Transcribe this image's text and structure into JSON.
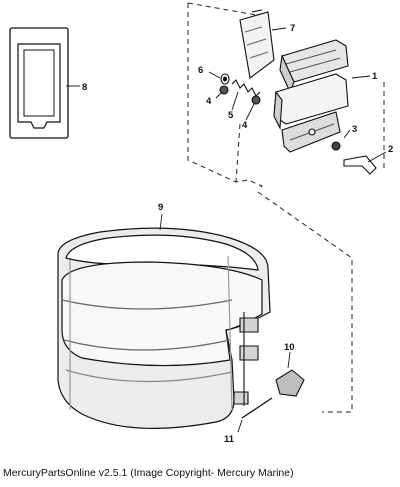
{
  "diagram": {
    "callouts": {
      "p1": "1",
      "p2": "2",
      "p3": "3",
      "p4a": "4",
      "p4b": "4",
      "p5": "5",
      "p6": "6",
      "p7": "7",
      "p8": "8",
      "p9": "9",
      "p10": "10",
      "p11": "11"
    }
  },
  "footer": {
    "caption": "MercuryPartsOnline v2.5.1 (Image Copyright- Mercury Marine)"
  }
}
